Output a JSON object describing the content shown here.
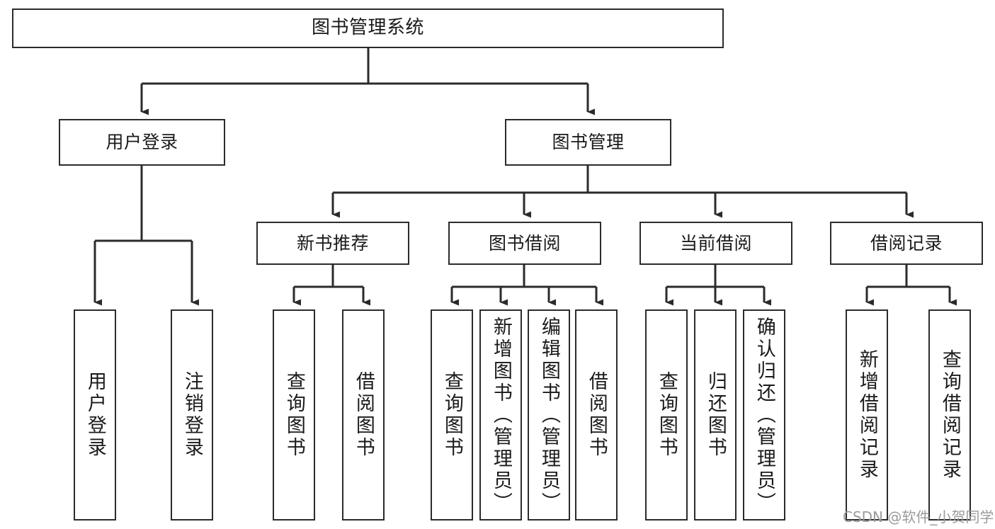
{
  "diagram": {
    "title": "图书管理系统",
    "type": "hierarchy-tree",
    "watermark": "CSDN @软件_小贺同学",
    "colors": {
      "background": "#ffffff",
      "box_border": "#2b2b2b",
      "box_fill": "#ffffff",
      "edge": "#2b2b2b",
      "text": "#1a1a1a",
      "watermark": "#9a9a9a"
    },
    "nodes": {
      "root": {
        "label": "图书管理系统"
      },
      "level2": [
        {
          "label": "用户登录"
        },
        {
          "label": "图书管理"
        }
      ],
      "level3": [
        {
          "label": "新书推荐"
        },
        {
          "label": "图书借阅"
        },
        {
          "label": "当前借阅"
        },
        {
          "label": "借阅记录"
        }
      ],
      "leaves_user_login": [
        {
          "label": "用户登录"
        },
        {
          "label": "注销登录"
        }
      ],
      "leaves_new_book": [
        {
          "label": "查询图书"
        },
        {
          "label": "借阅图书"
        }
      ],
      "leaves_borrow": [
        {
          "label": "查询图书"
        },
        {
          "label": "新增图书（管理员）"
        },
        {
          "label": "编辑图书（管理员）"
        },
        {
          "label": "借阅图书"
        }
      ],
      "leaves_current": [
        {
          "label": "查询图书"
        },
        {
          "label": "归还图书"
        },
        {
          "label": "确认归还（管理员）"
        }
      ],
      "leaves_records": [
        {
          "label": "新增借阅记录"
        },
        {
          "label": "查询借阅记录"
        }
      ]
    }
  }
}
